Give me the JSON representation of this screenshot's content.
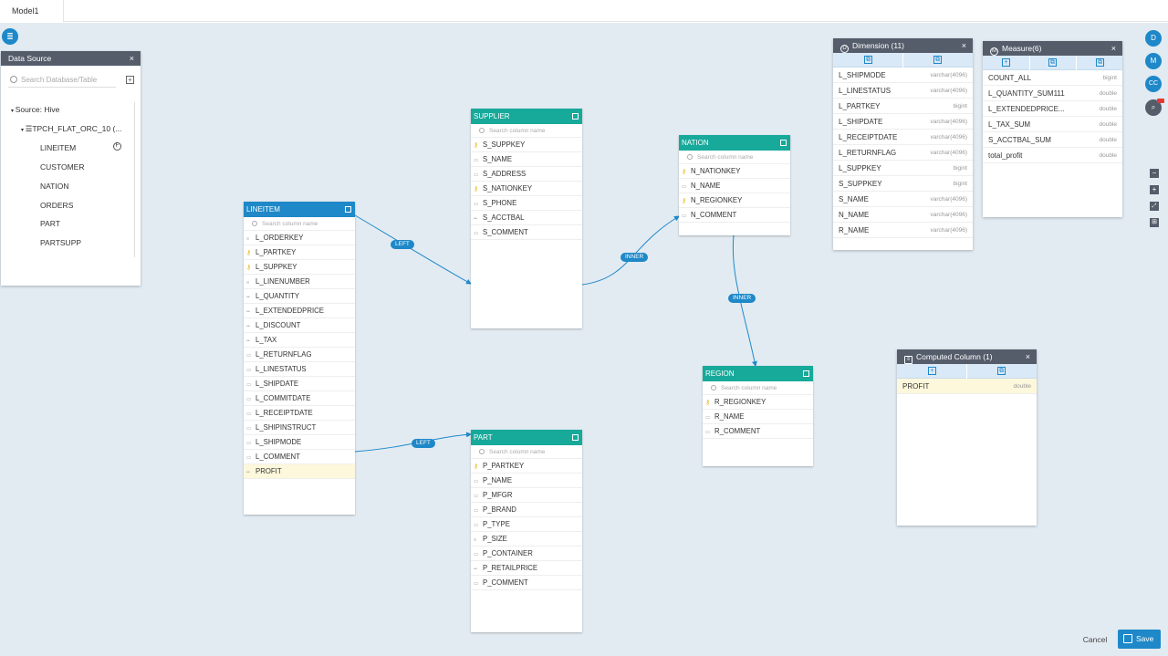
{
  "tab": {
    "label": "Model1"
  },
  "data_source": {
    "title": "Data Source",
    "close": "×",
    "search_placeholder": "Search Database/Table",
    "add": "+",
    "source_label": "Source: Hive",
    "database": "TPCH_FLAT_ORC_10 (...",
    "tables": [
      "LINEITEM",
      "CUSTOMER",
      "NATION",
      "ORDERS",
      "PART",
      "PARTSUPP"
    ],
    "lineitem_badge": "F"
  },
  "tables": {
    "lineitem": {
      "title": "LINEITEM",
      "search": "Search column name",
      "columns": [
        {
          "name": "L_ORDERKEY",
          "icon": "≡"
        },
        {
          "name": "L_PARTKEY",
          "icon": "key"
        },
        {
          "name": "L_SUPPKEY",
          "icon": "key"
        },
        {
          "name": "L_LINENUMBER",
          "icon": "≡"
        },
        {
          "name": "L_QUANTITY",
          "icon": "0.0"
        },
        {
          "name": "L_EXTENDEDPRICE",
          "icon": "0.0"
        },
        {
          "name": "L_DISCOUNT",
          "icon": "0.0"
        },
        {
          "name": "L_TAX",
          "icon": "0.0"
        },
        {
          "name": "L_RETURNFLAG",
          "icon": "abc"
        },
        {
          "name": "L_LINESTATUS",
          "icon": "abc"
        },
        {
          "name": "L_SHIPDATE",
          "icon": "abc"
        },
        {
          "name": "L_COMMITDATE",
          "icon": "abc"
        },
        {
          "name": "L_RECEIPTDATE",
          "icon": "abc"
        },
        {
          "name": "L_SHIPINSTRUCT",
          "icon": "abc"
        },
        {
          "name": "L_SHIPMODE",
          "icon": "abc"
        },
        {
          "name": "L_COMMENT",
          "icon": "abc"
        },
        {
          "name": "PROFIT",
          "icon": "0.0"
        }
      ]
    },
    "supplier": {
      "title": "SUPPLIER",
      "search": "Search column name",
      "columns": [
        {
          "name": "S_SUPPKEY",
          "icon": "key"
        },
        {
          "name": "S_NAME",
          "icon": "abc"
        },
        {
          "name": "S_ADDRESS",
          "icon": "abc"
        },
        {
          "name": "S_NATIONKEY",
          "icon": "key"
        },
        {
          "name": "S_PHONE",
          "icon": "abc"
        },
        {
          "name": "S_ACCTBAL",
          "icon": "0.0"
        },
        {
          "name": "S_COMMENT",
          "icon": "abc"
        }
      ]
    },
    "nation": {
      "title": "NATION",
      "search": "Search column name",
      "columns": [
        {
          "name": "N_NATIONKEY",
          "icon": "key"
        },
        {
          "name": "N_NAME",
          "icon": "abc"
        },
        {
          "name": "N_REGIONKEY",
          "icon": "key"
        },
        {
          "name": "N_COMMENT",
          "icon": "abc"
        }
      ]
    },
    "region": {
      "title": "REGION",
      "search": "Search column name",
      "columns": [
        {
          "name": "R_REGIONKEY",
          "icon": "key"
        },
        {
          "name": "R_NAME",
          "icon": "abc"
        },
        {
          "name": "R_COMMENT",
          "icon": "abc"
        }
      ]
    },
    "part": {
      "title": "PART",
      "search": "Search column name",
      "columns": [
        {
          "name": "P_PARTKEY",
          "icon": "key"
        },
        {
          "name": "P_NAME",
          "icon": "abc"
        },
        {
          "name": "P_MFGR",
          "icon": "abc"
        },
        {
          "name": "P_BRAND",
          "icon": "abc"
        },
        {
          "name": "P_TYPE",
          "icon": "abc"
        },
        {
          "name": "P_SIZE",
          "icon": "≡"
        },
        {
          "name": "P_CONTAINER",
          "icon": "abc"
        },
        {
          "name": "P_RETAILPRICE",
          "icon": "0.0"
        },
        {
          "name": "P_COMMENT",
          "icon": "abc"
        }
      ]
    }
  },
  "joins": [
    "LEFT",
    "INNER",
    "INNER",
    "LEFT"
  ],
  "dimension": {
    "title": "Dimension (11)",
    "close": "×",
    "rows": [
      {
        "name": "L_SHIPMODE",
        "type": "varchar(4096)"
      },
      {
        "name": "L_LINESTATUS",
        "type": "varchar(4096)"
      },
      {
        "name": "L_PARTKEY",
        "type": "bigint"
      },
      {
        "name": "L_SHIPDATE",
        "type": "varchar(4096)"
      },
      {
        "name": "L_RECEIPTDATE",
        "type": "varchar(4096)"
      },
      {
        "name": "L_RETURNFLAG",
        "type": "varchar(4096)"
      },
      {
        "name": "L_SUPPKEY",
        "type": "bigint"
      },
      {
        "name": "S_SUPPKEY",
        "type": "bigint"
      },
      {
        "name": "S_NAME",
        "type": "varchar(4096)"
      },
      {
        "name": "N_NAME",
        "type": "varchar(4096)"
      },
      {
        "name": "R_NAME",
        "type": "varchar(4096)"
      }
    ]
  },
  "measure": {
    "title": "Measure(6)",
    "close": "×",
    "rows": [
      {
        "name": "COUNT_ALL",
        "type": "bigint"
      },
      {
        "name": "L_QUANTITY_SUM111",
        "type": "double"
      },
      {
        "name": "L_EXTENDEDPRICE...",
        "type": "double"
      },
      {
        "name": "L_TAX_SUM",
        "type": "double"
      },
      {
        "name": "S_ACCTBAL_SUM",
        "type": "double"
      },
      {
        "name": "total_profit",
        "type": "double"
      }
    ]
  },
  "computed": {
    "title": "Computed Column (1)",
    "close": "×",
    "rows": [
      {
        "name": "PROFIT",
        "type": "double"
      }
    ]
  },
  "right_buttons": [
    "D",
    "M",
    "CC"
  ],
  "footer": {
    "cancel": "Cancel",
    "save": "Save"
  },
  "colors": {
    "accent": "#1e88c8",
    "teal": "#17a99a",
    "panel_header": "#555d6b",
    "canvas": "#e2ebf2"
  }
}
